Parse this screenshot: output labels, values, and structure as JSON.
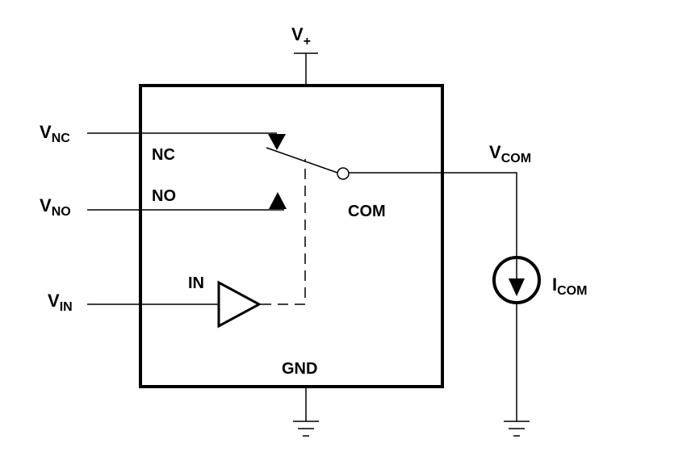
{
  "labels": {
    "vplus_main": "V",
    "vplus_sub": "+",
    "vnc_main": "V",
    "vnc_sub": "NC",
    "vno_main": "V",
    "vno_sub": "NO",
    "vin_main": "V",
    "vin_sub": "IN",
    "vcom_main": "V",
    "vcom_sub": "COM",
    "icom_main": "I",
    "icom_sub": "COM",
    "pin_nc": "NC",
    "pin_no": "NO",
    "pin_com": "COM",
    "pin_in": "IN",
    "pin_gnd": "GND"
  }
}
